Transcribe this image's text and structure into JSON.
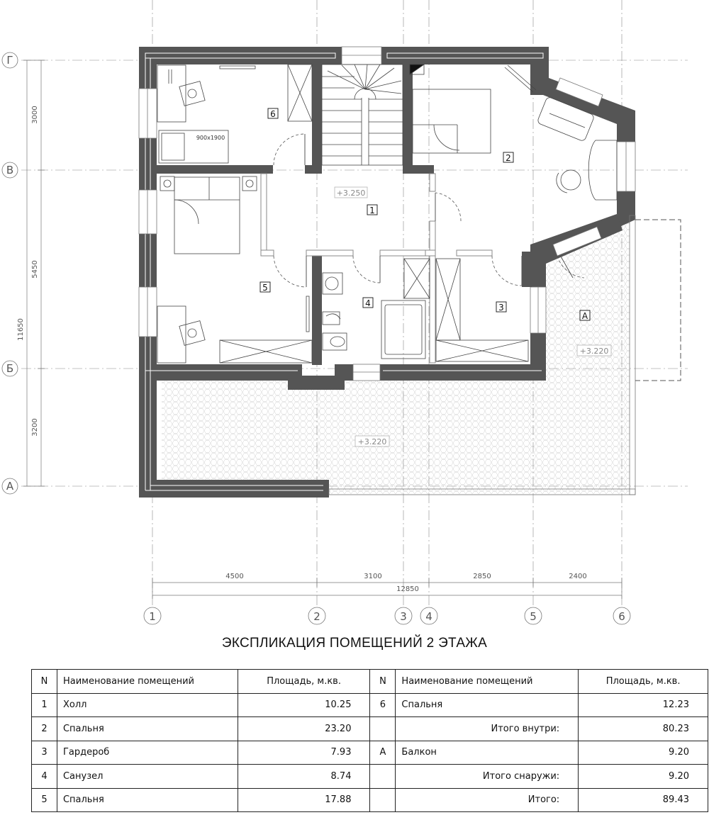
{
  "axes": {
    "vertical": [
      "1",
      "2",
      "3",
      "4",
      "5",
      "6"
    ],
    "horizontal": [
      "Г",
      "В",
      "Б",
      "А"
    ]
  },
  "dimensions": {
    "left": [
      "3000",
      "5450",
      "3200"
    ],
    "left_total": "11650",
    "bottom": [
      "4500",
      "3100",
      "2850",
      "2400"
    ],
    "bottom_total": "12850"
  },
  "rooms": {
    "r1": "1",
    "r2": "2",
    "r3": "3",
    "r4": "4",
    "r5": "5",
    "r6": "6",
    "rA": "A"
  },
  "levels": {
    "hall": "+3.250",
    "balcony_right": "+3.220",
    "terrace": "+3.220"
  },
  "bed_size": "900x1900",
  "explication": {
    "title": "ЭКСПЛИКАЦИЯ ПОМЕЩЕНИЙ 2 ЭТАЖА",
    "headers": {
      "n": "N",
      "name": "Наименование помещений",
      "area": "Площадь, м.кв."
    },
    "rows": [
      {
        "left": {
          "n": "1",
          "name": "Холл",
          "area": "10.25"
        },
        "right": {
          "n": "6",
          "name": "Спальня",
          "area": "12.23"
        }
      },
      {
        "left": {
          "n": "2",
          "name": "Спальня",
          "area": "23.20"
        },
        "right": {
          "n": "",
          "name": "Итого внутри:",
          "area": "80.23"
        }
      },
      {
        "left": {
          "n": "3",
          "name": "Гардероб",
          "area": "7.93"
        },
        "right": {
          "n": "A",
          "name": "Балкон",
          "area": "9.20"
        }
      },
      {
        "left": {
          "n": "4",
          "name": "Санузел",
          "area": "8.74"
        },
        "right": {
          "n": "",
          "name": "Итого снаружи:",
          "area": "9.20"
        }
      },
      {
        "left": {
          "n": "5",
          "name": "Спальня",
          "area": "17.88"
        },
        "right": {
          "n": "",
          "name": "Итого:",
          "area": "89.43"
        }
      }
    ]
  },
  "colors": {
    "wall": "#555555",
    "wall_inner": "#ffffff",
    "partition": "#9a9a9a",
    "grid": "#888888"
  }
}
